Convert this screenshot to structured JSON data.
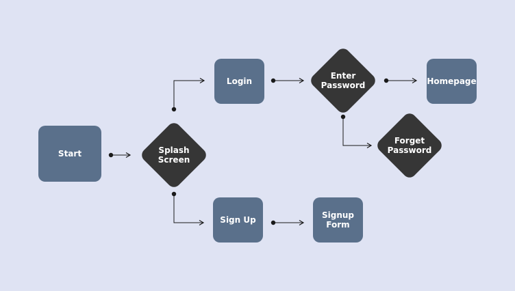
{
  "colors": {
    "background": "#dfe3f3",
    "process_box": "#5a708b",
    "decision_diamond": "#363636",
    "node_text": "#ffffff",
    "connector": "#1a1a1a"
  },
  "nodes": {
    "start": {
      "label": "Start"
    },
    "splash": {
      "label": "Splash Screen"
    },
    "login": {
      "label": "Login"
    },
    "signup": {
      "label": "Sign Up"
    },
    "enter_password": {
      "label": "Enter Password"
    },
    "homepage": {
      "label": "Homepage"
    },
    "forget_password": {
      "label": "Forget Password"
    },
    "signup_form": {
      "label": "Signup Form"
    }
  }
}
